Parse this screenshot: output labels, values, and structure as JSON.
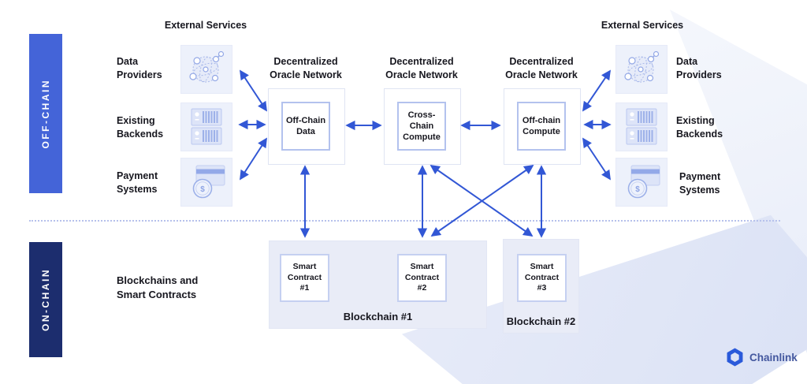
{
  "bands": {
    "off_chain": "OFF-CHAIN",
    "on_chain": "ON-CHAIN"
  },
  "external_services_left": {
    "header": "External Services",
    "items": [
      {
        "label": "Data\nProviders",
        "icon": "data-providers-icon"
      },
      {
        "label": "Existing\nBackends",
        "icon": "existing-backends-icon"
      },
      {
        "label": "Payment\nSystems",
        "icon": "payment-systems-icon"
      }
    ]
  },
  "external_services_right": {
    "header": "External Services",
    "items": [
      {
        "label": "Data\nProviders",
        "icon": "data-providers-icon"
      },
      {
        "label": "Existing\nBackends",
        "icon": "existing-backends-icon"
      },
      {
        "label": "Payment\nSystems",
        "icon": "payment-systems-icon"
      }
    ]
  },
  "oracle_networks": [
    {
      "title": "Decentralized\nOracle Network",
      "node": "Off-Chain\nData"
    },
    {
      "title": "Decentralized\nOracle Network",
      "node": "Cross-Chain\nCompute"
    },
    {
      "title": "Decentralized\nOracle Network",
      "node": "Off-chain\nCompute"
    }
  ],
  "on_chain": {
    "caption": "Blockchains and\nSmart Contracts",
    "blockchains": [
      {
        "name": "Blockchain #1",
        "contracts": [
          "Smart\nContract\n#1",
          "Smart\nContract\n#2"
        ]
      },
      {
        "name": "Blockchain #2",
        "contracts": [
          "Smart\nContract\n#3"
        ]
      }
    ]
  },
  "logo": {
    "text": "Chainlink"
  },
  "colors": {
    "arrow_blue": "#3257d5",
    "off_chain_band": "#4464d8",
    "on_chain_band": "#1c2d6e",
    "node_border": "#b3c2ee",
    "blockchain_fill": "#e9ecf7",
    "tile_fill": "#edf1fb",
    "logo_blue": "#2a5ada",
    "wordmark": "#44589f",
    "divider": "#b6c1ec"
  }
}
